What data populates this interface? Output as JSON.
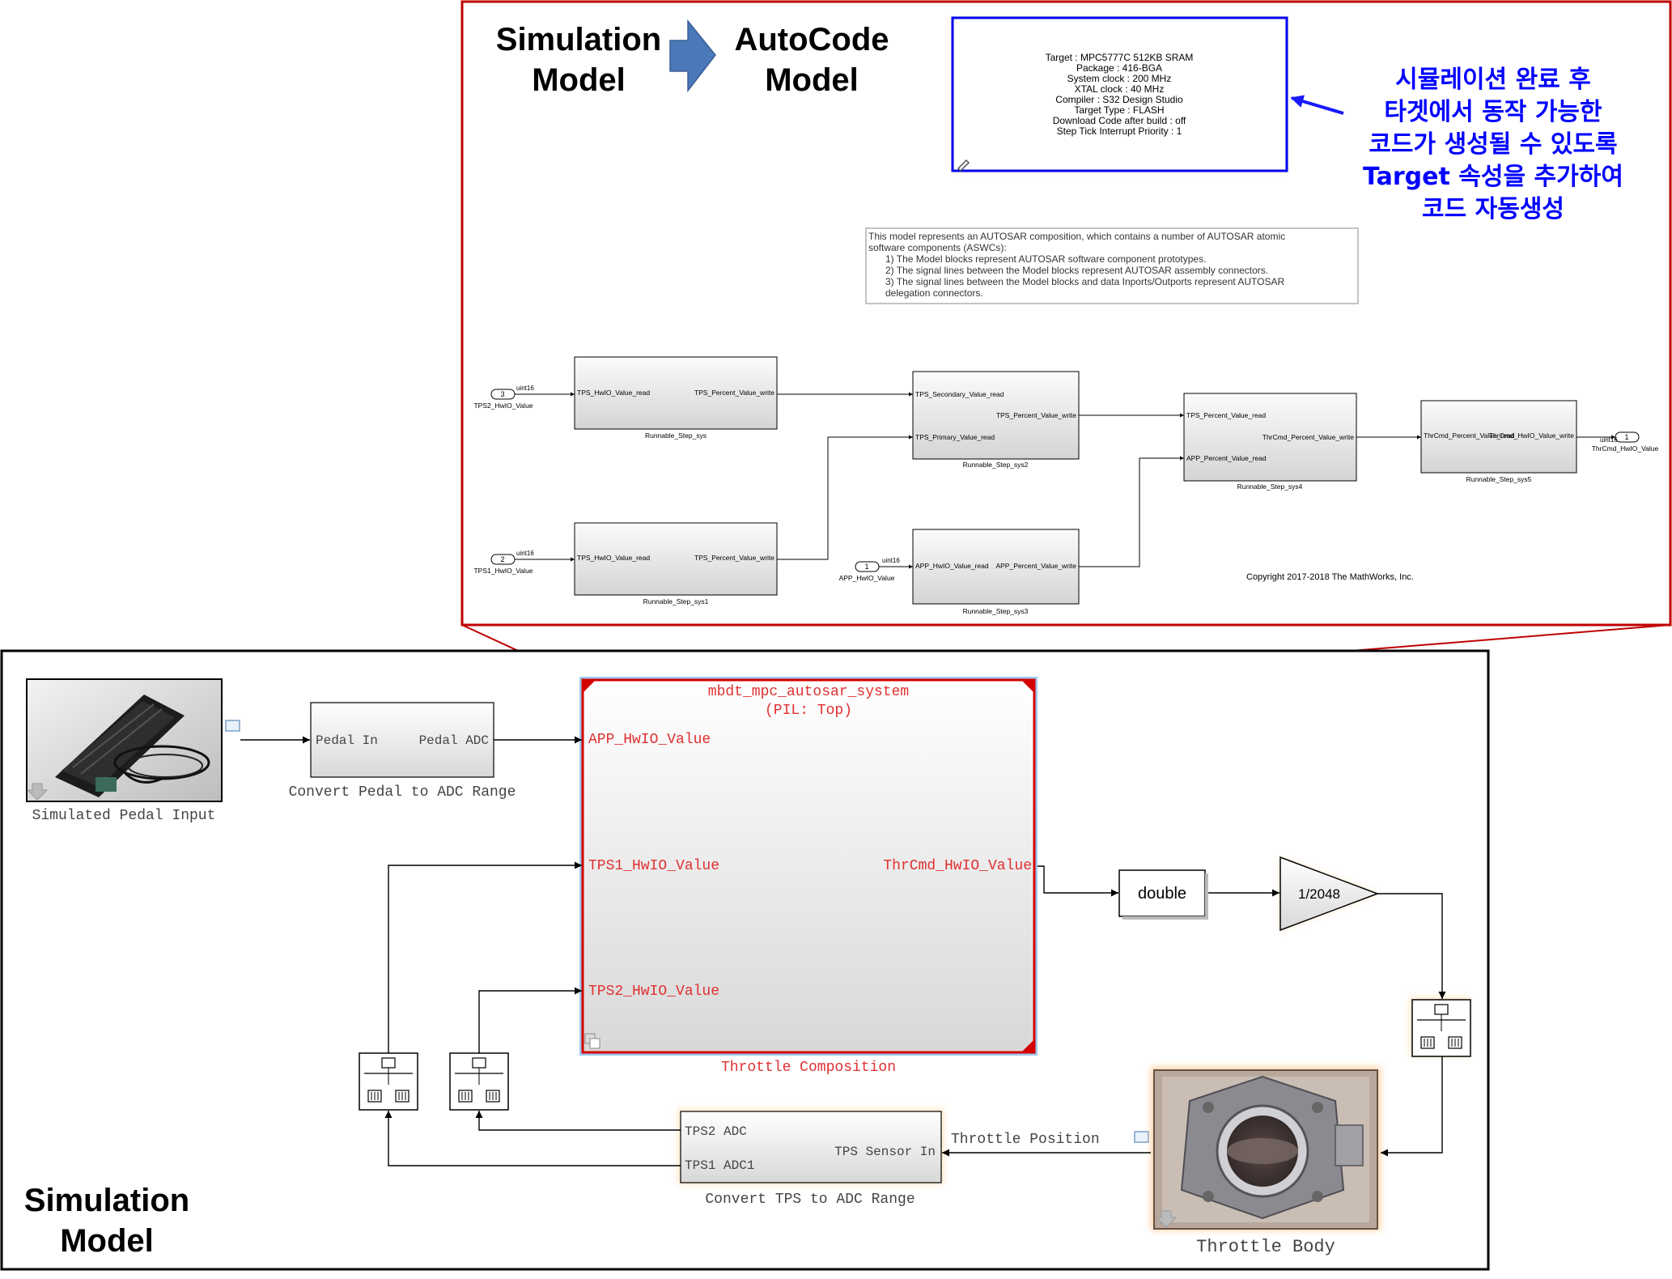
{
  "top_panel": {
    "sim_model_label": [
      "Simulation",
      "Model"
    ],
    "autocode_label": [
      "AutoCode",
      "Model"
    ],
    "target_props": [
      "Target : MPC5777C 512KB SRAM",
      "Package : 416-BGA",
      "System clock : 200 MHz",
      "XTAL clock : 40 MHz",
      "Compiler : S32 Design Studio",
      "Target Type : FLASH",
      "Download Code after build : off",
      "Step Tick Interrupt Priority : 1"
    ],
    "callout_lines": [
      "시뮬레이션 완료 후",
      "타겟에서 동작 가능한",
      "코드가 생성될 수 있도록",
      "Target 속성을 추가하여",
      "코드 자동생성"
    ],
    "description_lines": [
      "This model represents an AUTOSAR composition, which contains a number of AUTOSAR atomic",
      "software components (ASWCs):",
      "1) The Model blocks represent AUTOSAR software component prototypes.",
      "2) The signal lines between the Model blocks represent AUTOSAR assembly connectors.",
      "3) The signal lines between the Model blocks and data Inports/Outports represent AUTOSAR",
      "delegation connectors."
    ],
    "copyright": "Copyright 2017-2018 The MathWorks, Inc.",
    "inports": {
      "tps2": {
        "num": "3",
        "type": "uint16",
        "name": "TPS2_HwIO_Value"
      },
      "tps1": {
        "num": "2",
        "type": "uint16",
        "name": "TPS1_HwIO_Value"
      },
      "app": {
        "num": "1",
        "type": "uint16",
        "name": "APP_HwIO_Value"
      }
    },
    "outport": {
      "num": "1",
      "type": "uint16",
      "name": "ThrCmd_HwIO_Value"
    },
    "runnables": {
      "sys": {
        "in": [
          "TPS_HwIO_Value_read"
        ],
        "out": "TPS_Percent_Value_write",
        "name": "Runnable_Step_sys"
      },
      "sys1": {
        "in": [
          "TPS_HwIO_Value_read"
        ],
        "out": "TPS_Percent_Value_write",
        "name": "Runnable_Step_sys1"
      },
      "sys2": {
        "in": [
          "TPS_Secondary_Value_read",
          "TPS_Primary_Value_read"
        ],
        "out": "TPS_Percent_Value_write",
        "name": "Runnable_Step_sys2"
      },
      "sys3": {
        "in": [
          "APP_HwIO_Value_read"
        ],
        "out": "APP_Percent_Value_write",
        "name": "Runnable_Step_sys3"
      },
      "sys4": {
        "in": [
          "TPS_Percent_Value_read",
          "APP_Percent_Value_read"
        ],
        "out": "ThrCmd_Percent_Value_write",
        "name": "Runnable_Step_sys4"
      },
      "sys5": {
        "in": [
          "ThrCmd_Percent_Value_read"
        ],
        "out": "ThrCmd_HwIO_Value_write",
        "name": "Runnable_Step_sys5"
      }
    }
  },
  "bottom_panel": {
    "model_label": [
      "Simulation",
      "Model"
    ],
    "pedal_input_label": "Simulated Pedal Input",
    "convert_pedal": {
      "in": "Pedal In",
      "out": "Pedal ADC",
      "name": "Convert Pedal to ADC Range"
    },
    "composition": {
      "title": [
        "mbdt_mpc_autosar_system",
        "(PIL: Top)"
      ],
      "ports_in": [
        "APP_HwIO_Value",
        "TPS1_HwIO_Value",
        "TPS2_HwIO_Value"
      ],
      "port_out": "ThrCmd_HwIO_Value",
      "name": "Throttle Composition"
    },
    "double_label": "double",
    "gain_label": "1/2048",
    "convert_tps": {
      "out1": "TPS2 ADC",
      "out2": "TPS1 ADC1",
      "in": "TPS Sensor In",
      "name": "Convert TPS to ADC Range"
    },
    "throttle_position_label": "Throttle Position",
    "throttle_body_label": "Throttle Body"
  },
  "colors": {
    "panel_red": "#c00000",
    "callout_blue": "#0000ff",
    "arrow_fill": "#4a78b8",
    "comp_text": "#e03030"
  }
}
